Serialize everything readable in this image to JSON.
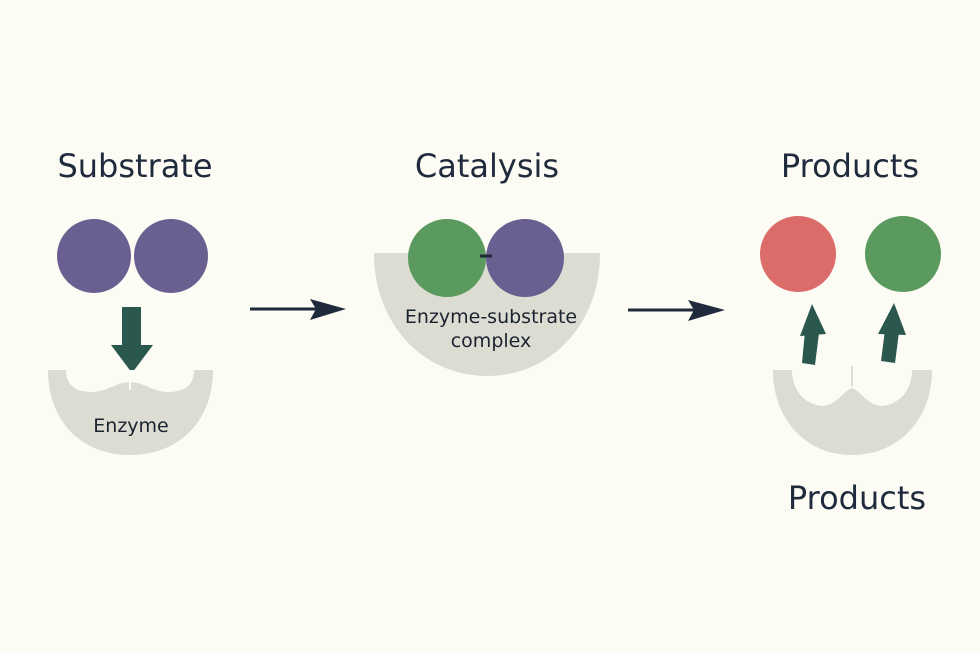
{
  "colors": {
    "background": "#fcfbf4",
    "substrate": "#6a5f91",
    "product_green": "#5a9a5f",
    "product_red": "#dc6c69",
    "enzyme": "#dcdcd2",
    "arrow_dark_teal": "#2a574e",
    "arrow_navy": "#1f2a3c",
    "text": "#1f2a3c"
  },
  "stages": {
    "substrate": {
      "title": "Substrate",
      "enzyme_label": "Enzyme"
    },
    "catalysis": {
      "title": "Catalysis",
      "complex_label_line1": "Enzyme-substrate",
      "complex_label_line2": "complex"
    },
    "products": {
      "title": "Products",
      "bottom_label": "Products"
    }
  },
  "icons": {
    "flow_arrow": "right-arrow-icon",
    "bind_arrow": "down-arrow-icon",
    "release_arrow": "up-arrow-icon"
  }
}
